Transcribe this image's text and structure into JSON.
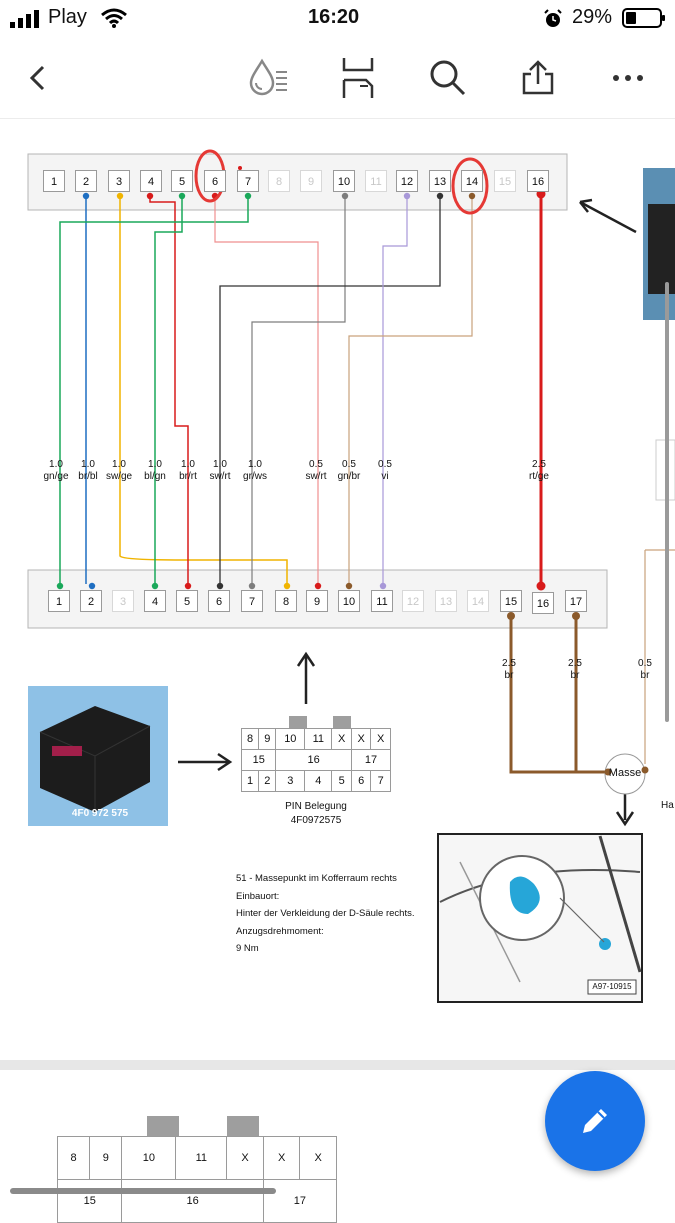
{
  "status": {
    "carrier": "Play",
    "time": "16:20",
    "battery": "29%"
  },
  "colors": {
    "accent": "#1a73e8",
    "annotation": "#e53935"
  },
  "toolbar": {
    "icons": [
      "back-icon",
      "drop-adjust-icon",
      "crop-icon",
      "search-icon",
      "share-icon",
      "more-icon"
    ]
  },
  "diagram": {
    "top_pins": [
      "1",
      "2",
      "3",
      "4",
      "5",
      "6",
      "7",
      "8",
      "9",
      "10",
      "11",
      "12",
      "13",
      "14",
      "15",
      "16"
    ],
    "bottom_pins": [
      "1",
      "2",
      "3",
      "4",
      "5",
      "6",
      "7",
      "8",
      "9",
      "10",
      "11",
      "12",
      "13",
      "14",
      "15",
      "16",
      "17"
    ],
    "wires": [
      {
        "gauge": "1.0",
        "color": "gn/ge"
      },
      {
        "gauge": "1.0",
        "color": "br/bl"
      },
      {
        "gauge": "1.0",
        "color": "sw/ge"
      },
      {
        "gauge": "1.0",
        "color": "bl/gn"
      },
      {
        "gauge": "1.0",
        "color": "br/rt"
      },
      {
        "gauge": "1.0",
        "color": "sw/rt"
      },
      {
        "gauge": "1.0",
        "color": "gr/ws"
      },
      {
        "gauge": "0.5",
        "color": "sw/rt"
      },
      {
        "gauge": "0.5",
        "color": "gn/br"
      },
      {
        "gauge": "0.5",
        "color": "vi"
      },
      {
        "gauge": "2.5",
        "color": "rt/ge"
      }
    ],
    "ground_wires": [
      {
        "gauge": "2.5",
        "color": "br"
      },
      {
        "gauge": "2.5",
        "color": "br"
      },
      {
        "gauge": "0.5",
        "color": "br"
      }
    ],
    "masse_label": "Masse",
    "photo_caption": "4F0 972 575",
    "pin_table_rows": [
      [
        "8",
        "9",
        "10",
        "11",
        "X",
        "X",
        "X"
      ],
      [
        "15",
        "16",
        "17"
      ],
      [
        "1",
        "2",
        "3",
        "4",
        "5",
        "6",
        "7"
      ]
    ],
    "pin_title": "PIN Belegung",
    "pin_part": "4F0972575",
    "notes": [
      "51 - Massepunkt im Kofferraum rechts",
      "Einbauort:",
      "Hinter der Verkleidung der D-Säule rechts.",
      "Anzugsdrehmoment:",
      "9 Nm"
    ],
    "image_ref": "A97-10915",
    "edge_text": "Ha"
  },
  "page2": {
    "row1": [
      "8",
      "9",
      "10",
      "11",
      "X",
      "X",
      "X"
    ],
    "row2": [
      "15",
      "16",
      "17"
    ]
  }
}
